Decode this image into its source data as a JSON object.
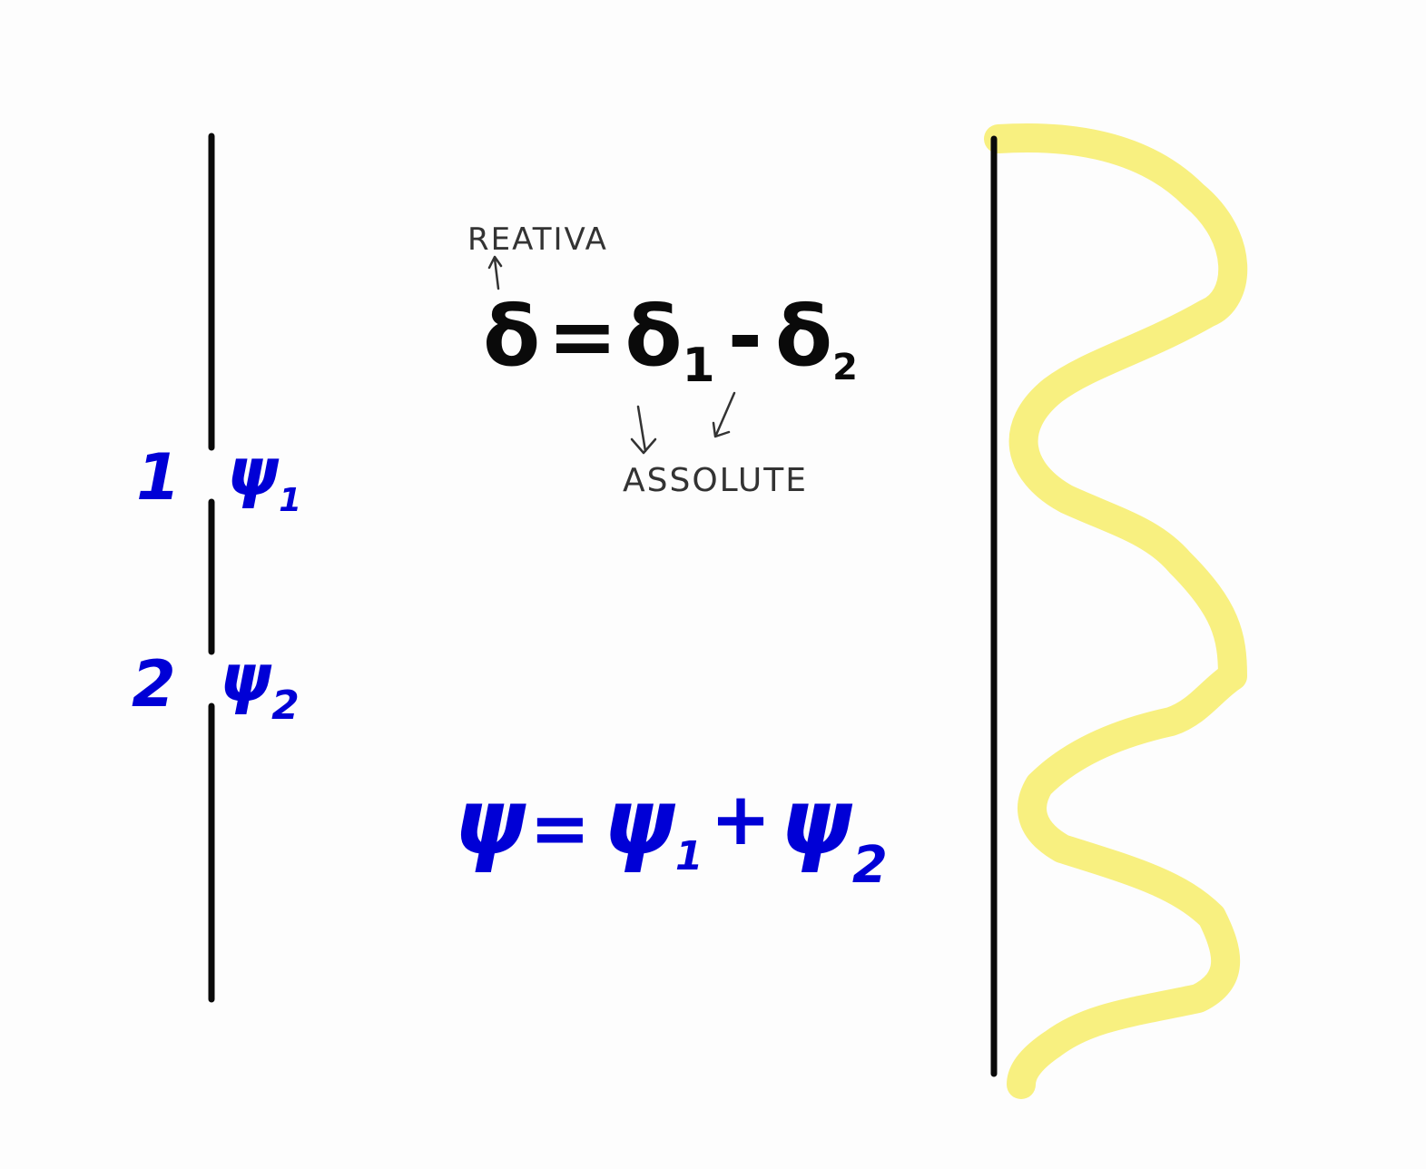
{
  "colors": {
    "background": "#fdfdfd",
    "barrier_ink": "#0a0a0a",
    "psi_ink": "#0000d6",
    "note_ink": "#333333",
    "wave_ink": "#f8f080"
  },
  "slits": {
    "slit1_number": "1",
    "slit2_number": "2",
    "slit1_psi": "ψ",
    "slit1_psi_sub": "1",
    "slit2_psi": "ψ",
    "slit2_psi_sub": "2"
  },
  "phase_equation": {
    "lhs": "δ",
    "equals": "=",
    "term1": "δ",
    "term1_sub": "1",
    "minus": "-",
    "term2": "δ",
    "term2_sub": "2",
    "relative_label": "REATIVA",
    "absolute_label": "ASSOLUTE"
  },
  "wave_equation": {
    "lhs": "ψ",
    "equals": "=",
    "term1": "ψ",
    "term1_sub": "1",
    "plus": "+",
    "term2": "ψ",
    "term2_sub": "2"
  }
}
